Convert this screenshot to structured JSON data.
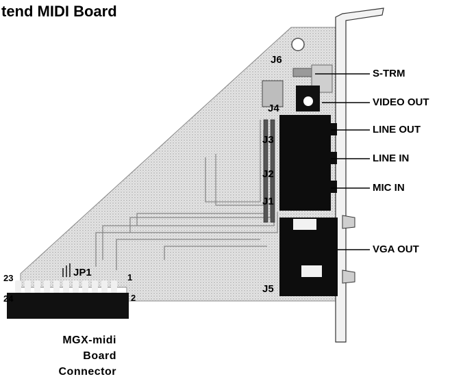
{
  "title": "tend MIDI Board",
  "ports": {
    "s_trm": "S-TRM",
    "video_out": "VIDEO OUT",
    "line_out": "LINE OUT",
    "line_in": "LINE IN",
    "mic_in": "MIC IN",
    "vga_out": "VGA OUT"
  },
  "jumpers": {
    "j6": "J6",
    "j4": "J4",
    "j3": "J3",
    "j2": "J2",
    "j1": "J1",
    "j5": "J5",
    "jp1": "JP1"
  },
  "pins": {
    "p23": "23",
    "p24": "24",
    "p1": "1",
    "p2": "2"
  },
  "connector": {
    "line1": "MGX-midi",
    "line2": "Board",
    "line3": "Connector"
  },
  "colors": {
    "board_fill": "#d9d9d9",
    "connector_fill": "#111111",
    "line": "#000000"
  }
}
